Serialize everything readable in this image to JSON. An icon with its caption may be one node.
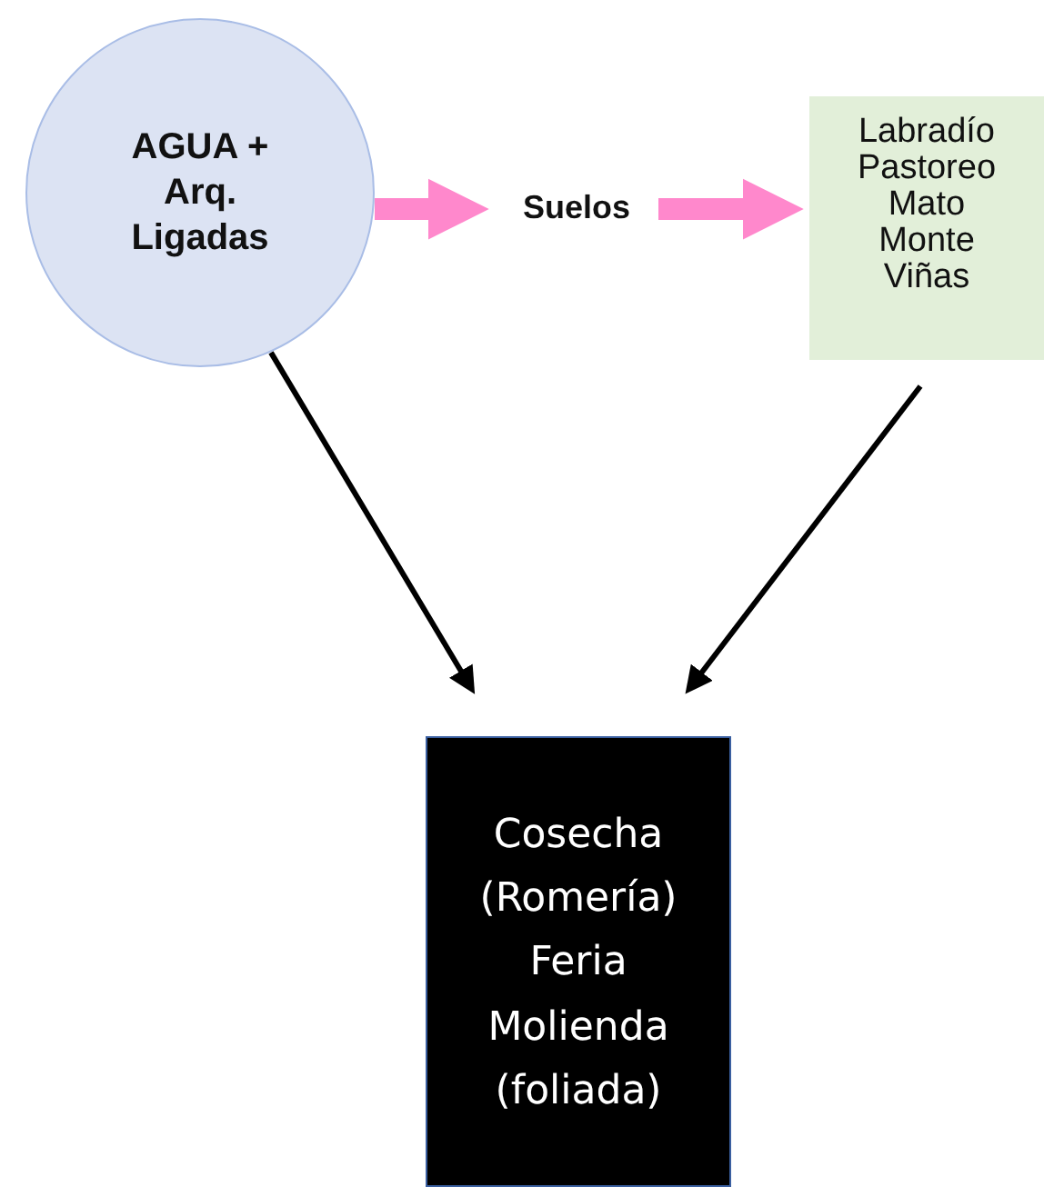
{
  "diagram": {
    "nodes": [
      {
        "text": [
          "AGUA + Arq. Ligadas"
        ]
      },
      {
        "text": [
          "Suelos"
        ]
      },
      {
        "text": [
          "Labradío Pastoreo Mato Monte Viñas"
        ]
      },
      {
        "text": [
          "Cosecha (Romería) Feria Molienda (foliada)"
        ]
      }
    ],
    "edges": [
      {
        "from": 0,
        "to": 1,
        "arrow": "to",
        "style": "thick",
        "color": "#ff88cc"
      },
      {
        "from": 1,
        "to": 2,
        "arrow": "to",
        "style": "thick",
        "color": "#ff88cc"
      },
      {
        "from": 0,
        "to": 3,
        "arrow": "to",
        "color": "#000000"
      },
      {
        "from": 2,
        "to": 3,
        "arrow": "to",
        "color": "#000000"
      }
    ]
  }
}
